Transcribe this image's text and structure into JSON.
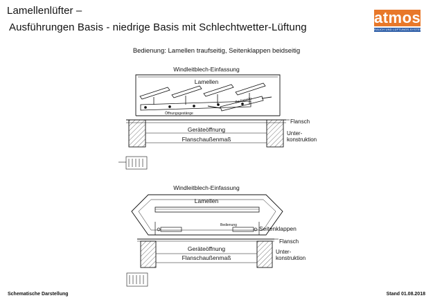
{
  "header": {
    "title_line1": "Lamellenlüfter –",
    "title_line2": "Ausführungen Basis - niedrige Basis mit Schlechtwetter-Lüftung",
    "subtitle": "Bedienung: Lamellen traufseitig, Seitenklappen beidseitig"
  },
  "logo": {
    "word": "atmos",
    "tagline": "RAUCH UND LÜFTUNGS-SYSTEME",
    "colors": {
      "primary": "#e8782a",
      "secondary": "#2f5fa8"
    }
  },
  "diagram_top": {
    "label_cover": "Windleitblech-Einfassung",
    "label_louvres": "Lamellen",
    "label_operator": "Bedienung",
    "label_linkage": "Öffnungsgestänge",
    "label_flange": "Flansch",
    "label_substructure_1": "Unter-",
    "label_substructure_2": "konstruktion",
    "label_opening": "Geräteöffnung",
    "label_flange_dim": "Flanschaußenmaß"
  },
  "diagram_bottom": {
    "label_cover": "Windleitblech-Einfassung",
    "label_louvres": "Lamellen",
    "label_operator": "Bedienung",
    "label_side_flaps": "Seitenklappen",
    "label_flange": "Flansch",
    "label_substructure_1": "Unter-",
    "label_substructure_2": "konstruktion",
    "label_opening": "Geräteöffnung",
    "label_flange_dim": "Flanschaußenmaß"
  },
  "footer": {
    "left": "Schematische Darstellung",
    "right": "Stand 01.08.2018"
  }
}
